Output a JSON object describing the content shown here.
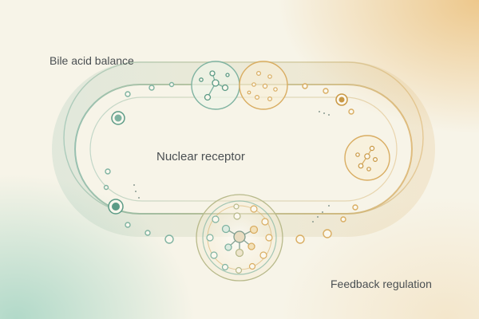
{
  "labels": {
    "top_left": "Bile acid balance",
    "center": "Nuclear receptor",
    "bottom_right": "Feedback regulation"
  },
  "colors": {
    "teal": "#7fb3a1",
    "teal_dark": "#5c9b86",
    "gold": "#d9ad62",
    "gold_light": "#e6c47f",
    "text": "#4a4f52"
  }
}
